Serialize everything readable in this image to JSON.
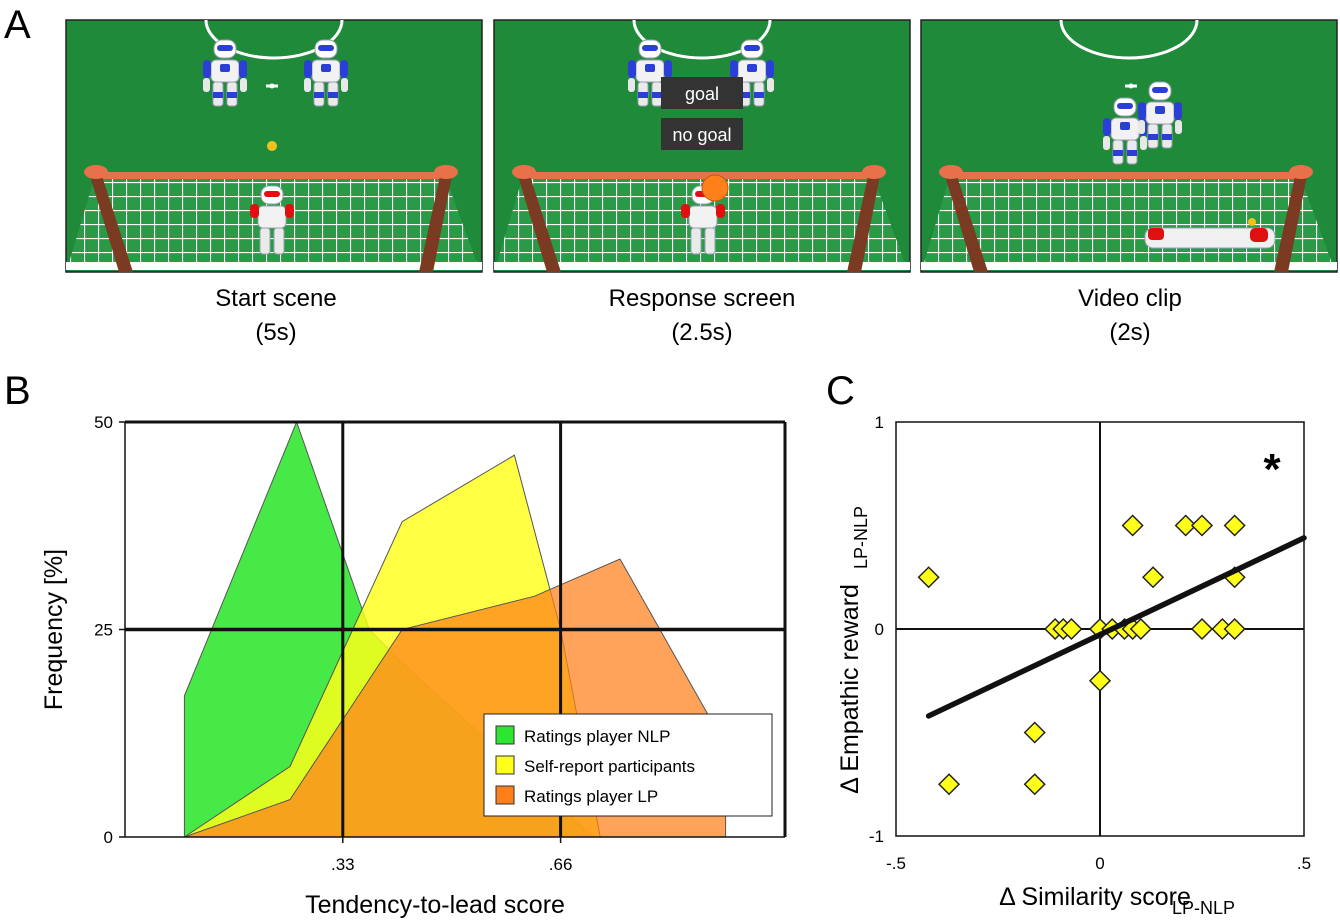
{
  "panels": {
    "a_letter": "A",
    "b_letter": "B",
    "c_letter": "C"
  },
  "scenes": [
    {
      "caption": "Start scene",
      "duration": "(5s)"
    },
    {
      "caption": "Response screen",
      "duration": "(2.5s)"
    },
    {
      "caption": "Video clip",
      "duration": "(2s)"
    }
  ],
  "response_buttons": {
    "goal": "goal",
    "no_goal": "no goal"
  },
  "colors": {
    "pitch": "#1f8a3a",
    "nlp": "#2ee62e",
    "self_report": "#ffff1a",
    "lp": "#ff7f1a",
    "marker": "#ffff1a",
    "robot_blue": "#2b3fd6",
    "robot_red": "#e01010",
    "post": "#7a3b22",
    "crossbar": "#e8704a"
  },
  "chart_data": [
    {
      "type": "area",
      "xlabel": "Tendency-to-lead score",
      "ylabel": "Frequency [%]",
      "xlim": [
        0,
        1
      ],
      "ylim": [
        0,
        50
      ],
      "xticks": [
        {
          "v": 0.33,
          "label": ".33"
        },
        {
          "v": 0.66,
          "label": ".66"
        }
      ],
      "yticks": [
        {
          "v": 0,
          "label": "0"
        },
        {
          "v": 25,
          "label": "25"
        },
        {
          "v": 50,
          "label": "50"
        }
      ],
      "grid_x": [
        0.33,
        0.66
      ],
      "grid_y": [
        25
      ],
      "legend_position": "bottom-right",
      "series": [
        {
          "name": "Ratings player NLP",
          "color": "#2ee62e",
          "x": [
            0.09,
            0.09,
            0.26,
            0.37,
            0.42,
            0.71,
            0.09
          ],
          "y": [
            0,
            17,
            50,
            25,
            21,
            0,
            0
          ]
        },
        {
          "name": "Self-report participants",
          "color": "#ffff1a",
          "x": [
            0.09,
            0.25,
            0.42,
            0.59,
            0.66,
            0.72,
            0.09
          ],
          "y": [
            0,
            8.5,
            38,
            46,
            25,
            0,
            0
          ]
        },
        {
          "name": "Ratings player LP",
          "color": "#ff7f1a",
          "x": [
            0.09,
            0.25,
            0.42,
            0.62,
            0.75,
            0.91,
            0.91
          ],
          "y": [
            0,
            4.5,
            25,
            29,
            33.5,
            11,
            0
          ]
        }
      ]
    },
    {
      "type": "scatter",
      "xlabel": "Δ Similarity score",
      "xlabel_sub": "LP-NLP",
      "ylabel": "Δ Empathic reward",
      "ylabel_sub": "LP-NLP",
      "xlim": [
        -0.5,
        0.5
      ],
      "ylim": [
        -1,
        1
      ],
      "xticks": [
        {
          "v": -0.5,
          "label": "-.5"
        },
        {
          "v": 0,
          "label": "0"
        },
        {
          "v": 0.5,
          "label": ".5"
        }
      ],
      "yticks": [
        {
          "v": -1,
          "label": "-1"
        },
        {
          "v": 0,
          "label": "0"
        },
        {
          "v": 1,
          "label": "1"
        }
      ],
      "significance": "*",
      "points": [
        {
          "x": -0.42,
          "y": 0.25
        },
        {
          "x": -0.37,
          "y": -0.75
        },
        {
          "x": -0.16,
          "y": -0.5
        },
        {
          "x": -0.16,
          "y": -0.75
        },
        {
          "x": -0.11,
          "y": 0
        },
        {
          "x": -0.09,
          "y": 0
        },
        {
          "x": -0.07,
          "y": 0
        },
        {
          "x": 0,
          "y": 0
        },
        {
          "x": 0,
          "y": -0.25
        },
        {
          "x": 0.03,
          "y": 0
        },
        {
          "x": 0.06,
          "y": 0
        },
        {
          "x": 0.08,
          "y": 0
        },
        {
          "x": 0.1,
          "y": 0
        },
        {
          "x": 0.08,
          "y": 0.5
        },
        {
          "x": 0.13,
          "y": 0.25
        },
        {
          "x": 0.21,
          "y": 0.5
        },
        {
          "x": 0.25,
          "y": 0.5
        },
        {
          "x": 0.33,
          "y": 0.5
        },
        {
          "x": 0.25,
          "y": 0
        },
        {
          "x": 0.3,
          "y": 0
        },
        {
          "x": 0.33,
          "y": 0
        },
        {
          "x": 0.33,
          "y": 0.25
        }
      ],
      "regression": {
        "x": [
          -0.42,
          0.5
        ],
        "y": [
          -0.42,
          0.44
        ]
      }
    }
  ]
}
